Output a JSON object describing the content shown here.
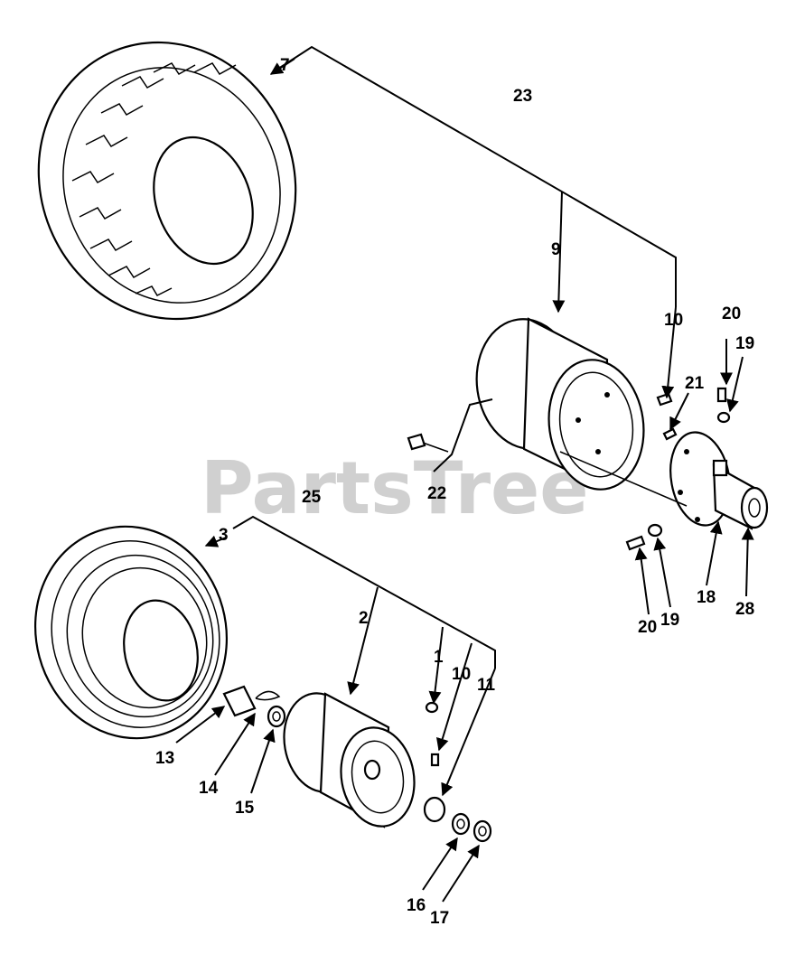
{
  "watermark": "PartsTree",
  "callouts": {
    "c7": "7",
    "c23": "23",
    "c9": "9",
    "c10_top": "10",
    "c20_top": "20",
    "c19_top": "19",
    "c21": "21",
    "c22": "22",
    "c25": "25",
    "c3": "3",
    "c2": "2",
    "c1": "1",
    "c10": "10",
    "c11": "11",
    "c20": "20",
    "c19": "19",
    "c18": "18",
    "c28": "28",
    "c13": "13",
    "c14": "14",
    "c15": "15",
    "c16": "16",
    "c17": "17"
  }
}
